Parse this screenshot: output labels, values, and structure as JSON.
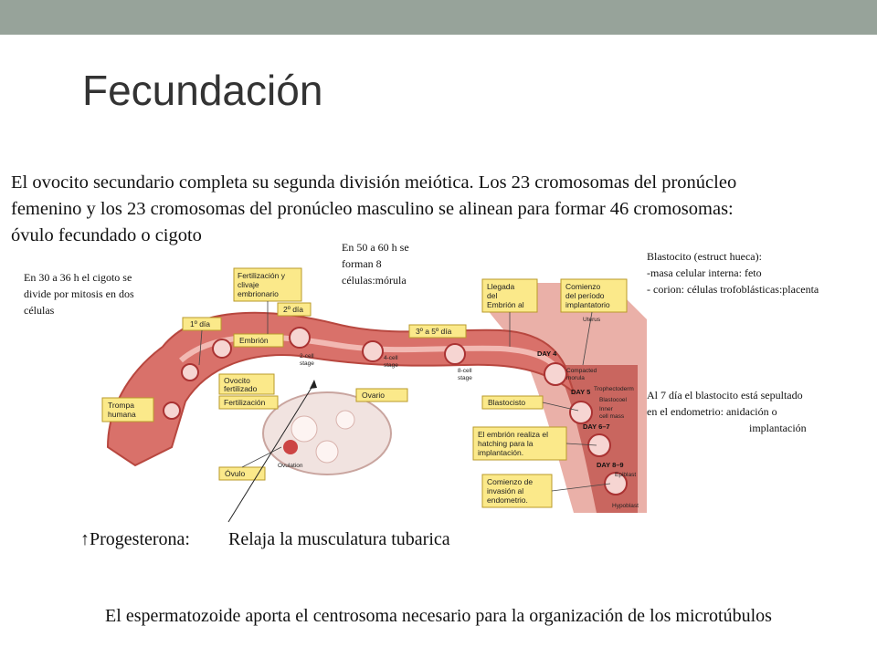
{
  "title": "Fecundación",
  "intro": {
    "line1": "El ovocito secundario completa su segunda división meiótica. Los 23 cromosomas del pronúcleo",
    "line2": "femenino y los 23 cromosomas del pronúcleo masculino se alinean para formar 46 cromosomas:",
    "line3": "óvulo fecundado o cigoto"
  },
  "notes": {
    "mitosis": [
      "En 30 a 36 h el cigoto se",
      "divide por mitosis en dos",
      "células"
    ],
    "morula": [
      "En 50 a 60 h se",
      "forman 8",
      "células:mórula"
    ],
    "blastocito": [
      "Blastocito (estruct hueca):",
      " -masa celular interna: feto",
      "- corion: células trofoblásticas:placenta"
    ],
    "implant": [
      "Al 7 día el blastocito está sepultado",
      " en el endometrio: anidación o",
      "implantación"
    ]
  },
  "progesterona": {
    "label": "↑Progesterona:",
    "effect": "Relaja la musculatura tubarica"
  },
  "bottom_text": "El espermatozoide aporta el centrosoma necesario para la organización de los microtúbulos",
  "diagram": {
    "boxes": {
      "fertilizacion_clivaje": [
        "Fertilización y",
        "clivaje",
        "embrionario"
      ],
      "dia2": "2º día",
      "dia1": "1º día",
      "embrion": "Embrión",
      "dia3_5": "3º a 5º día",
      "llegada": [
        "Llegada",
        "del",
        "Embrión al"
      ],
      "comienzo_periodo": [
        "Comienzo",
        "del período",
        "implantatorio"
      ],
      "ovocito": [
        "Ovocito",
        "fertilizado"
      ],
      "fertilizacion": "Fertilización",
      "ovario": "Ovario",
      "trompa": [
        "Trompa",
        "humana"
      ],
      "blastocisto": "Blastocisto",
      "hatching": [
        "El embrión realiza el",
        "hatching para la",
        "implantación."
      ],
      "ovulo": "Óvulo",
      "invasion": [
        "Comienzo de",
        "invasión al",
        "endometrio."
      ]
    },
    "labels": {
      "uterus": "Uterus",
      "day4": "DAY 4",
      "compacted": [
        "Compacted",
        "morula"
      ],
      "day5": "DAY 5",
      "trophectoderm": "Trophectoderm",
      "blastocoel": "Blastocoel",
      "inner": [
        "Inner",
        "cell mass"
      ],
      "day67": "DAY 6–7",
      "day89": "DAY 8–9",
      "epiblast": "Epiblast",
      "hypoblast": "Hypoblast",
      "cell2": [
        "2-cell",
        "stage"
      ],
      "cell4": [
        "4-cell",
        "stage"
      ],
      "cell8": [
        "8-cell",
        "stage"
      ],
      "ovulation": "Ovulation"
    },
    "colors": {
      "tube": "#d9716a",
      "tube_dark": "#b8473f",
      "uterus": "#eab0a8",
      "box_fill": "#fbe98a"
    }
  }
}
